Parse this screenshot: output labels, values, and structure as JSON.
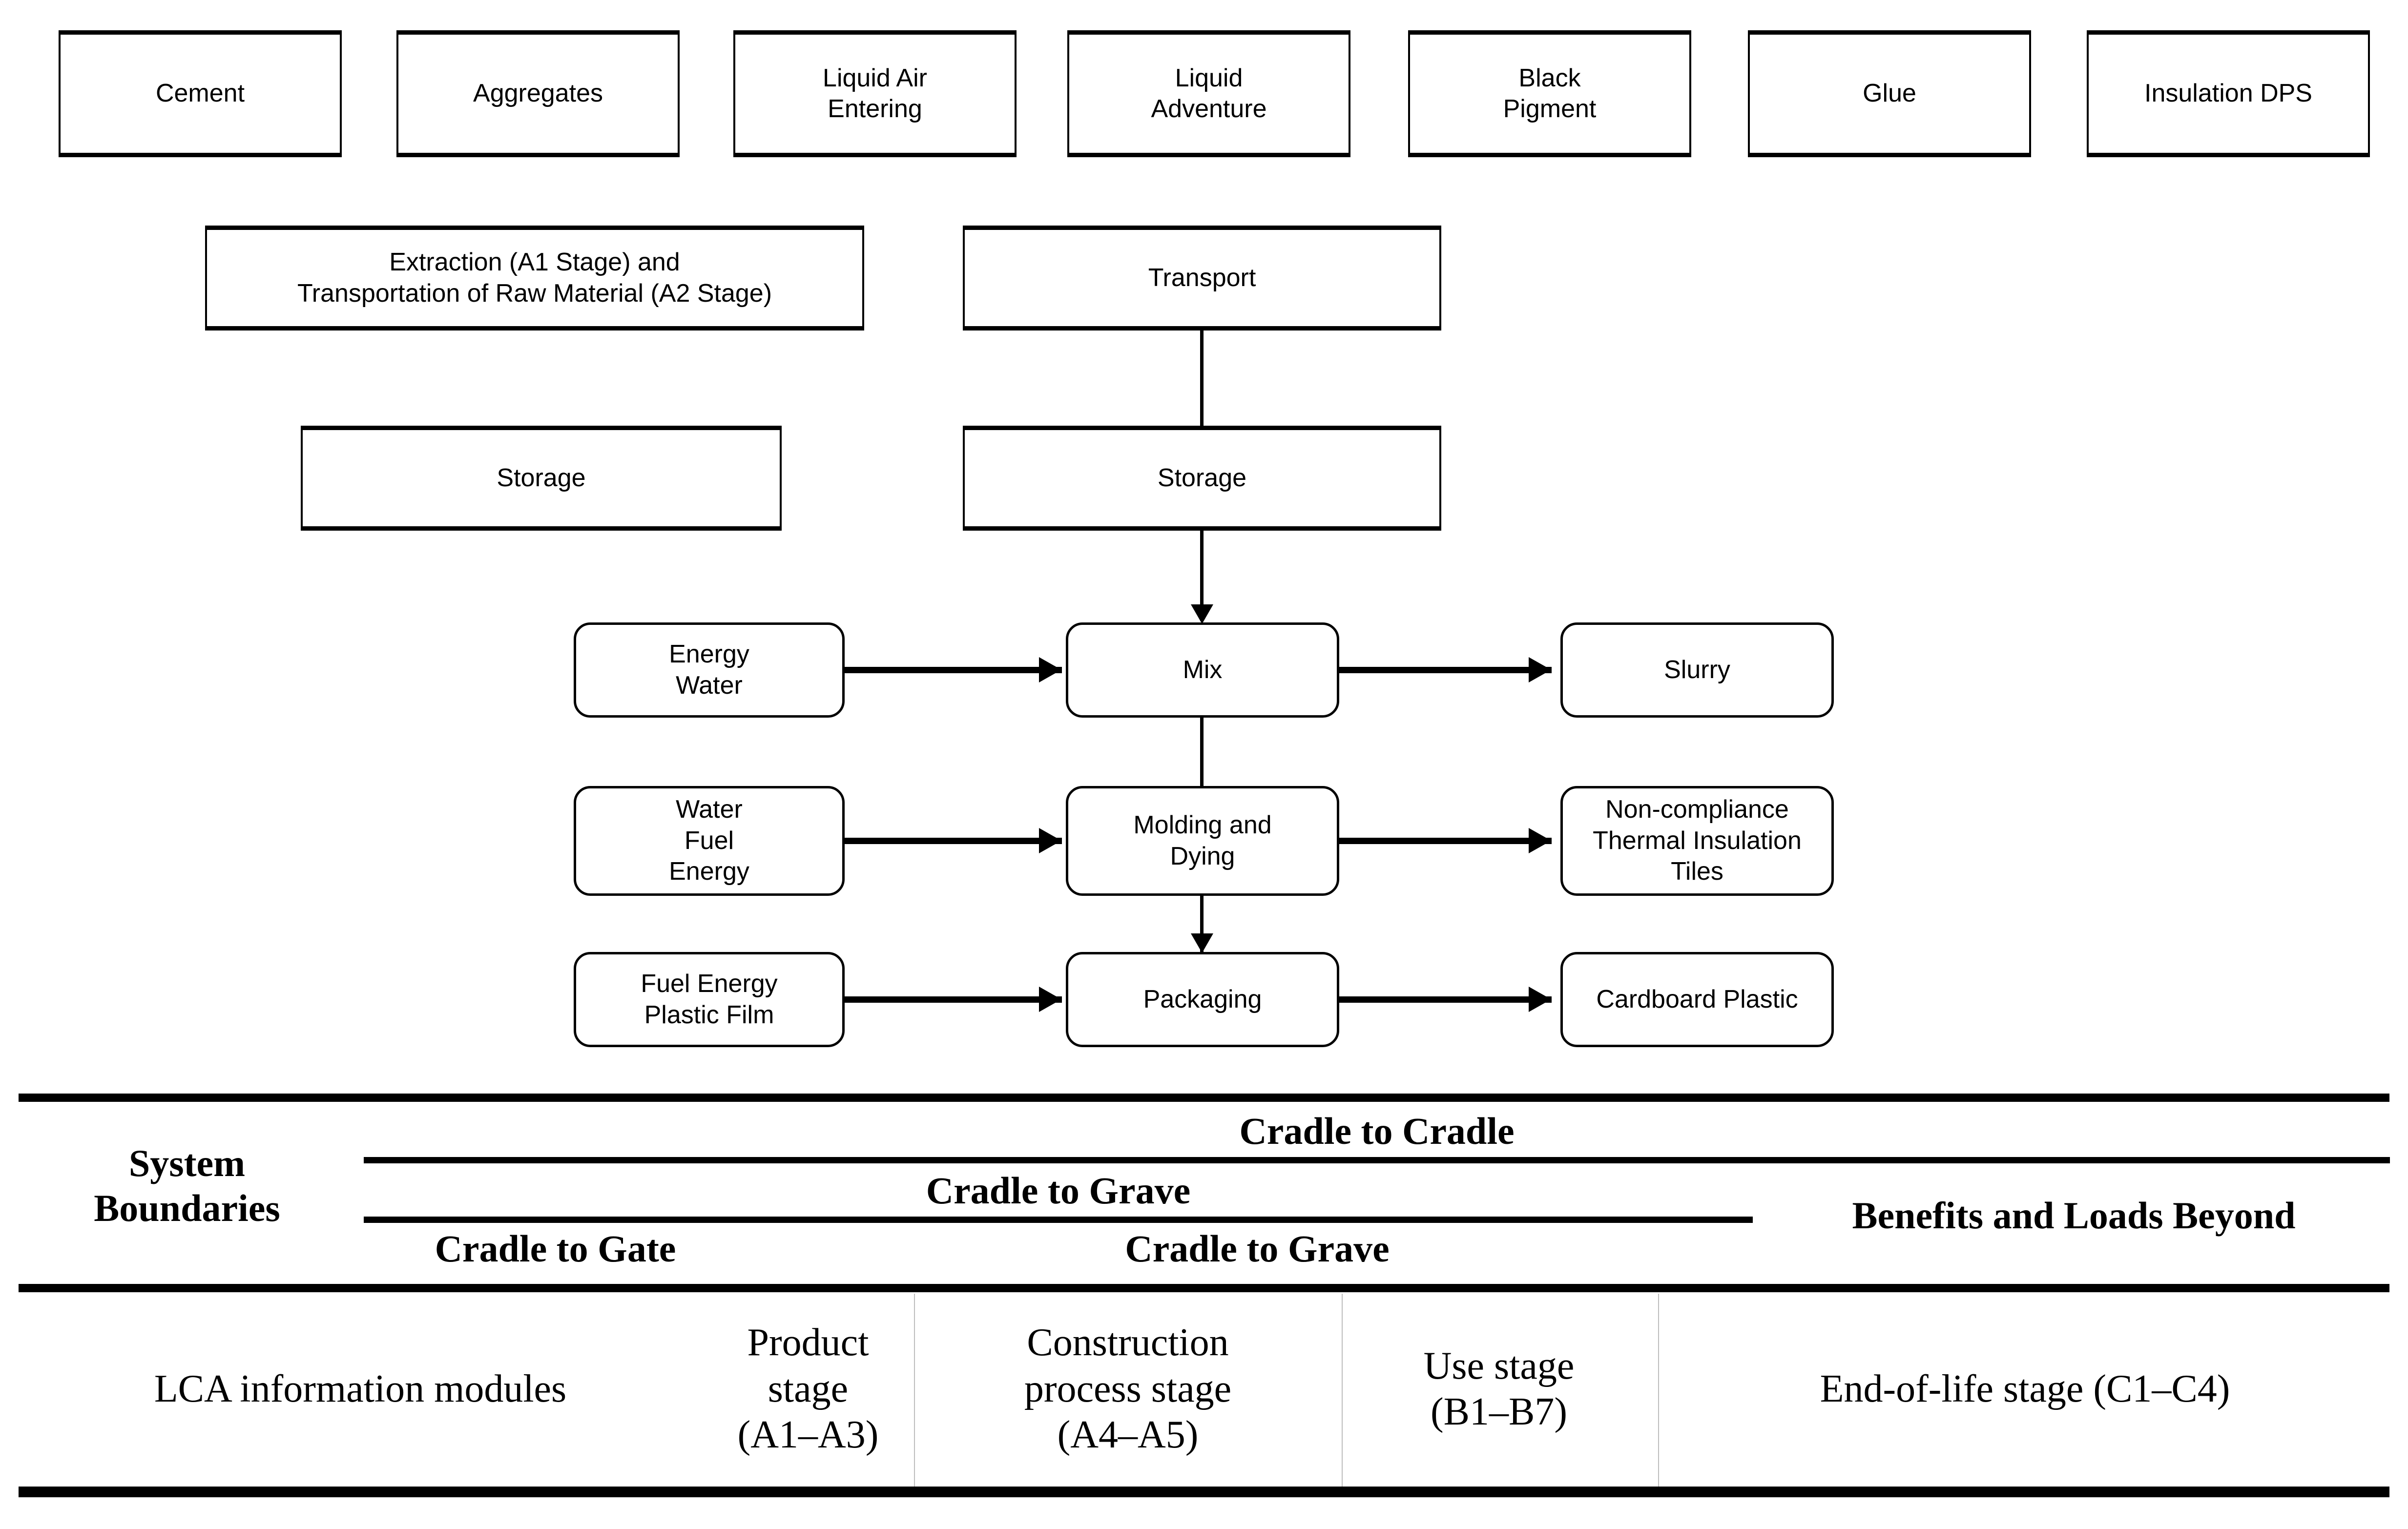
{
  "diagram": {
    "raw_materials": [
      {
        "label": "Cement"
      },
      {
        "label": "Aggregates"
      },
      {
        "label": "Liquid Air\nEntering"
      },
      {
        "label": "Liquid\nAdventure"
      },
      {
        "label": "Black\nPigment"
      },
      {
        "label": "Glue"
      },
      {
        "label": "Insulation DPS"
      }
    ],
    "stage_left": {
      "extraction": "Extraction (A1 Stage) and\nTransportation of Raw Material (A2 Stage)",
      "storage": "Storage"
    },
    "stage_center": {
      "transport": "Transport",
      "storage": "Storage"
    },
    "process_rows": [
      {
        "input": "Energy\nWater",
        "process": "Mix",
        "output": "Slurry"
      },
      {
        "input": "Water\nFuel\nEnergy",
        "process": "Molding and\nDying",
        "output": "Non-compliance\nThermal Insulation\nTiles"
      },
      {
        "input": "Fuel Energy\nPlastic Film",
        "process": "Packaging",
        "output": "Cardboard Plastic"
      }
    ]
  },
  "table": {
    "row_label": "System\nBoundaries",
    "modules_label": "LCA information modules",
    "header_tiers": {
      "tier1": "Cradle to Cradle",
      "tier2_left": "Cradle to Grave",
      "tier2_right": "Benefits and Loads Beyond",
      "tier3_a": "Cradle to Gate",
      "tier3_b": "Cradle to Grave"
    },
    "modules": [
      "Product\nstage\n(A1–A3)",
      "Construction\nprocess stage\n(A4–A5)",
      "Use stage\n(B1–B7)",
      "End-of-life  stage (C1–C4)"
    ]
  },
  "colors": {
    "ink": "#000000",
    "paper": "#ffffff",
    "faint_rule": "#bdbdbd"
  }
}
